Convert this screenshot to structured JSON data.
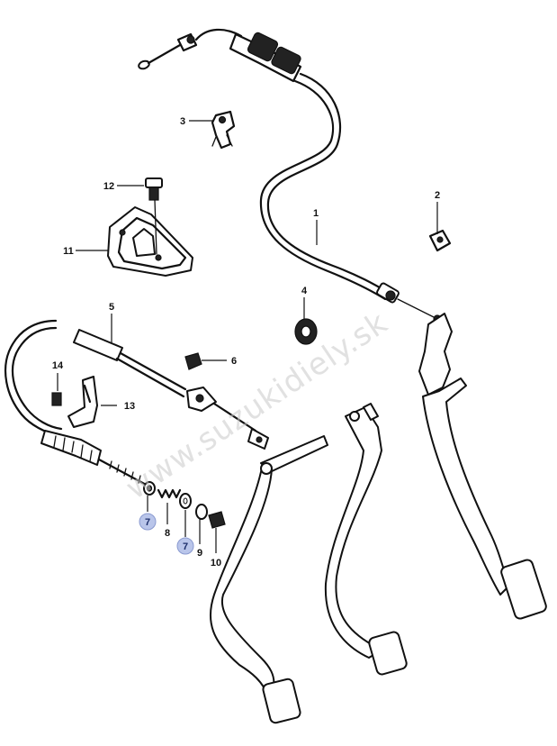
{
  "diagram": {
    "watermark": "www.suzukidiely.sk",
    "callouts": [
      {
        "id": "c1",
        "label": "1",
        "highlighted": false
      },
      {
        "id": "c2",
        "label": "2",
        "highlighted": false
      },
      {
        "id": "c3",
        "label": "3",
        "highlighted": false
      },
      {
        "id": "c4",
        "label": "4",
        "highlighted": false
      },
      {
        "id": "c5",
        "label": "5",
        "highlighted": false
      },
      {
        "id": "c6",
        "label": "6",
        "highlighted": false
      },
      {
        "id": "c7a",
        "label": "7",
        "highlighted": true
      },
      {
        "id": "c7b",
        "label": "7",
        "highlighted": true
      },
      {
        "id": "c8",
        "label": "8",
        "highlighted": false
      },
      {
        "id": "c9",
        "label": "9",
        "highlighted": false
      },
      {
        "id": "c10",
        "label": "10",
        "highlighted": false
      },
      {
        "id": "c11",
        "label": "11",
        "highlighted": false
      },
      {
        "id": "c12",
        "label": "12",
        "highlighted": false
      },
      {
        "id": "c13",
        "label": "13",
        "highlighted": false
      },
      {
        "id": "c14",
        "label": "14",
        "highlighted": false
      }
    ],
    "colors": {
      "line": "#111111",
      "highlight_fill": "#b9c5ea",
      "highlight_text": "#1d2e6b",
      "watermark": "#c9c9c9"
    }
  }
}
